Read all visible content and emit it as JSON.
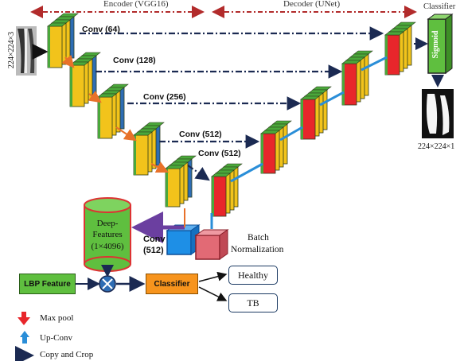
{
  "header": {
    "encoder": "Encoder (VGG16)",
    "decoder": "Decoder (UNet)",
    "classifier": "Classifier"
  },
  "input_size": "224×224×3",
  "output_size": "224×224×1",
  "sigmoid": "Sigmoid",
  "conv_labels": [
    "Conv (64)",
    "Conv (128)",
    "Conv (256)",
    "Conv (512)",
    "Conv (512)"
  ],
  "bottleneck": {
    "conv": "Conv",
    "conv_size": "(512)",
    "batch_norm_line1": "Batch",
    "batch_norm_line2": "Normalization"
  },
  "deep_features": {
    "line1": "Deep-",
    "line2": "Features",
    "line3": "(1×4096)"
  },
  "lbp_feature": "LBP Feature",
  "classifier_box": "Classifier",
  "outputs": [
    "Healthy",
    "TB"
  ],
  "legend": {
    "max_pool": "Max pool",
    "up_conv": "Up-Conv",
    "copy_crop": "Copy and Crop"
  },
  "colors": {
    "block_blue": "#2e6db4",
    "block_green": "#4aa83b",
    "block_yellow": "#f2c31b",
    "block_red": "#e8262b",
    "dash_arrow": "#1b2a52",
    "maxpool_arrow": "#e8712a",
    "header_arrow": "#c0392b"
  }
}
